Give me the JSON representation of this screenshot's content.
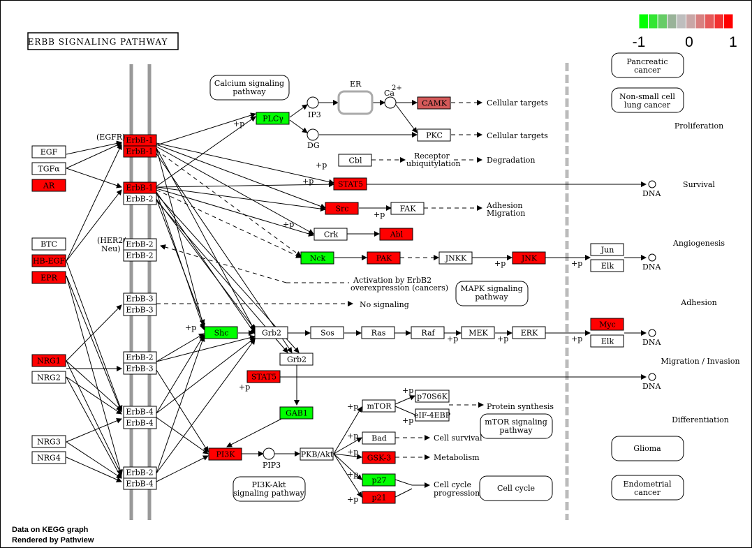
{
  "title": "ERBB SIGNALING PATHWAY",
  "legend": {
    "labels": [
      "-1",
      "0",
      "1"
    ],
    "colors": [
      "#00ff00",
      "#33e633",
      "#66cc66",
      "#99b399",
      "#bebebe",
      "#c9a6a6",
      "#d88080",
      "#e65959",
      "#f23030",
      "#ff0000"
    ]
  },
  "footer": {
    "line1": "Data on KEGG graph",
    "line2": "Rendered by Pathview"
  },
  "colors": {
    "up": "#ff0000",
    "down": "#00ff00",
    "camk": "#d45a5a",
    "neutral": "#ffffff",
    "membrane": "#999999"
  },
  "nodes": {
    "egf": "EGF",
    "tgfa": "TGFα",
    "ar": "AR",
    "btc": "BTC",
    "hbegf": "HB-EGF",
    "epr": "EPR",
    "nrg1": "NRG1",
    "nrg2": "NRG2",
    "nrg3": "NRG3",
    "nrg4": "NRG4",
    "erbb1a": "ErbB-1",
    "erbb1b": "ErbB-1",
    "erbb1c": "ErbB-1",
    "erbb2a": "ErbB-2",
    "erbb2b": "ErbB-2",
    "erbb2c": "ErbB-2",
    "erbb3a": "ErbB-3",
    "erbb3b": "ErbB-3",
    "erbb2d": "ErbB-2",
    "erbb3c": "ErbB-3",
    "erbb4a": "ErbB-4",
    "erbb4b": "ErbB-4",
    "erbb2e": "ErbB-2",
    "erbb4c": "ErbB-4",
    "plcg": "PLCγ",
    "camk": "CAMK",
    "pkc": "PKC",
    "cbl": "Cbl",
    "stat5a": "STAT5",
    "src": "Src",
    "fak": "FAK",
    "crk": "Crk",
    "abl": "Abl",
    "nck": "Nck",
    "pak": "PAK",
    "jnkk": "JNKK",
    "jnk": "JNK",
    "jun": "Jun",
    "elk1": "Elk",
    "shc": "Shc",
    "grb2a": "Grb2",
    "sos": "Sos",
    "ras": "Ras",
    "raf": "Raf",
    "mek": "MEK",
    "erk": "ERK",
    "myc": "Myc",
    "elk2": "Elk",
    "grb2b": "Grb2",
    "stat5b": "STAT5",
    "gab1": "GAB1",
    "pi3k": "PI3K",
    "pkb": "PKB/Akt",
    "mtor": "mTOR",
    "p70s6k": "p70S6K",
    "eif4ebp": "eIF-4EBP",
    "bad": "Bad",
    "gsk3": "GSK-3",
    "p27": "p27",
    "p21": "p21"
  },
  "pills": {
    "calcium": [
      "Calcium signaling",
      "pathway"
    ],
    "mapk": [
      "MAPK signaling",
      "pathway"
    ],
    "mtorpath": [
      "mTOR signaling",
      "pathway"
    ],
    "pi3kakt": [
      "PI3K-Akt",
      "signaling pathway"
    ],
    "cellcycle": [
      "Cell cycle"
    ],
    "pancreatic": [
      "Pancreatic",
      "cancer"
    ],
    "nsclc": [
      "Non-small cell",
      "lung cancer"
    ],
    "glioma": [
      "Glioma"
    ],
    "endometrial": [
      "Endometrial",
      "cancer"
    ]
  },
  "labels": {
    "egfr": "(EGFR)",
    "her2": "(HER2/",
    "neu": "Neu)",
    "er": "ER",
    "ca": "Ca",
    "ca_sup": "2+",
    "ip3": "IP3",
    "dg": "DG",
    "pip3": "PIP3",
    "plus_p": "+p",
    "cellular_targets_1": "Cellular targets",
    "cellular_targets_2": "Cellular targets",
    "receptor": "Receptor",
    "ubiq": "ubiquitylation",
    "degradation": "Degradation",
    "adhesion_mig1": "Adhesion",
    "adhesion_mig2": "Migration",
    "activation1": "Activation by ErbB2",
    "activation2": "overexpression (cancers)",
    "no_signaling": "No signaling",
    "protein_synthesis": "Protein synthesis",
    "cell_survival": "Cell survival",
    "metabolism": "Metabolism",
    "cellcycle_prog1": "Cell cycle",
    "cellcycle_prog2": "progression",
    "dna": "DNA"
  },
  "outcomes": [
    "Proliferation",
    "Survival",
    "Angiogenesis",
    "Adhesion",
    "Migration / Invasion",
    "Differentiation"
  ]
}
